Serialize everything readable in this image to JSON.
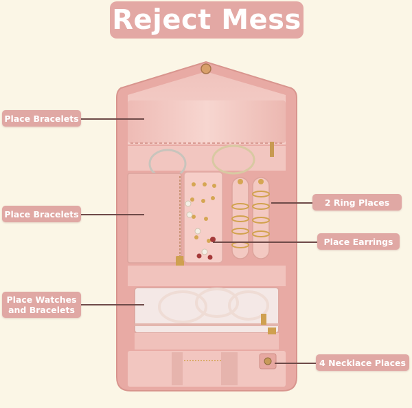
{
  "banner": {
    "title": "Reject Mess"
  },
  "callouts": {
    "bracelets_top": "Place Bracelets",
    "bracelets_side": "Place Bracelets",
    "watches_line1": "Place Watches",
    "watches_line2": "and Bracelets",
    "ring_places": "2 Ring Places",
    "earrings": "Place Earrings",
    "necklace_places": "4 Necklace Places"
  },
  "colors": {
    "background": "#fbf6e6",
    "banner": "#e3a8a4",
    "label": "#e0a8a4",
    "satin": "#f3cbc5",
    "pouch_edge": "#e2a9a3"
  }
}
